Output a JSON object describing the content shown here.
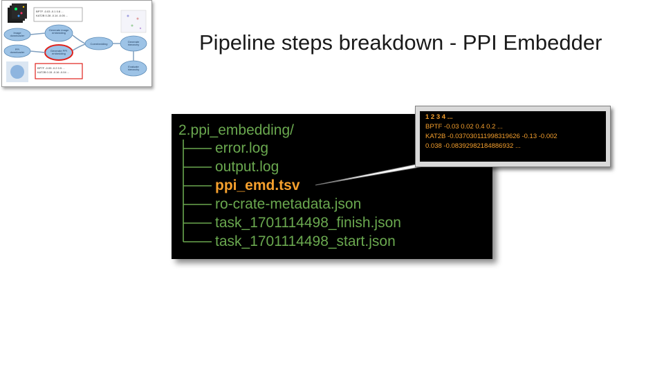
{
  "slide": {
    "title": "Pipeline steps breakdown - PPI Embedder"
  },
  "thumbnail": {
    "emd_text_1": "BPTF -0.03 -0.1 0.8 ...",
    "emd_text_2": "KAT2B 0.28 -0.14 -0.05 ...",
    "emd_text_3": "BPTF -0.05 -0.2 0.5 ...",
    "emd_text_4": "KAT2B 0.15 -0.16 -0.04 ...",
    "nodes": {
      "image_downloader": "Image downloader",
      "ppi_downloader": "PPI downloader",
      "generate_image_embedding": "Generate image embedding",
      "generate_ppi_embedding": "Generate PPI embedding",
      "coembedding": "Coembedding",
      "generate_hierarchy": "Generate hierarchy",
      "evaluate_hierarchy": "Evaluate hierarchy"
    }
  },
  "tree": {
    "root": "2.ppi_embedding/",
    "items": [
      "error.log",
      "output.log",
      "ppi_emd.tsv",
      "ro-crate-metadata.json",
      "task_1701114498_finish.json",
      "task_1701114498_start.json"
    ],
    "highlighted_index": 2
  },
  "callout": {
    "header": "1      2      3      4 ...",
    "line1": "BPTF    -0.03   0.02     0.4     0.2 ...",
    "line2": "KAT2B   -0.0370301119983196​26  -0.13     -0.002",
    "line3": "0.038   -0.08392982184886932 ..."
  },
  "colors": {
    "tree_text": "#6aa84f",
    "highlight": "#f6a02d",
    "panel_bg": "#000000"
  }
}
